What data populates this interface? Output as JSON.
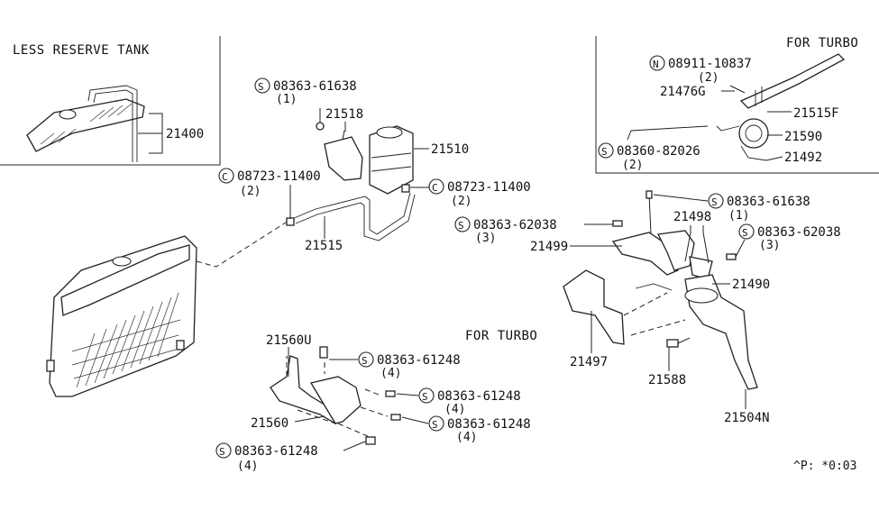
{
  "headers": {
    "less_reserve_tank": "LESS RESERVE TANK",
    "for_turbo_top": "FOR TURBO",
    "for_turbo_mid": "FOR TURBO"
  },
  "parts": {
    "p21400": "21400",
    "p21518": "21518",
    "p21510": "21510",
    "p21515": "21515",
    "p21560u": "21560U",
    "p21560": "21560",
    "p21499": "21499",
    "p21498": "21498",
    "p21490": "21490",
    "p21497": "21497",
    "p21588": "21588",
    "p21504n": "21504N",
    "p21476g": "21476G",
    "p21515f": "21515F",
    "p21590": "21590",
    "p21492": "21492"
  },
  "fasteners": {
    "f1": {
      "prefix": "S",
      "number": "08363-61638",
      "qty": "(1)"
    },
    "f2": {
      "prefix": "C",
      "number": "08723-11400",
      "qty": "(2)"
    },
    "f3": {
      "prefix": "C",
      "number": "08723-11400",
      "qty": "(2)"
    },
    "f4": {
      "prefix": "S",
      "number": "08363-61638",
      "qty": "(1)"
    },
    "f5": {
      "prefix": "S",
      "number": "08363-62038",
      "qty": "(3)"
    },
    "f6": {
      "prefix": "S",
      "number": "08363-62038",
      "qty": "(3)"
    },
    "f7": {
      "prefix": "S",
      "number": "08363-61248",
      "qty": "(4)"
    },
    "f8": {
      "prefix": "S",
      "number": "08363-61248",
      "qty": "(4)"
    },
    "f9": {
      "prefix": "S",
      "number": "08363-61248",
      "qty": "(4)"
    },
    "f10": {
      "prefix": "S",
      "number": "08363-61248",
      "qty": "(4)"
    },
    "f11": {
      "prefix": "N",
      "number": "08911-10837",
      "qty": "(2)"
    },
    "f12": {
      "prefix": "S",
      "number": "08360-82026",
      "qty": "(2)"
    }
  },
  "footer_code": "^P: *0:03"
}
